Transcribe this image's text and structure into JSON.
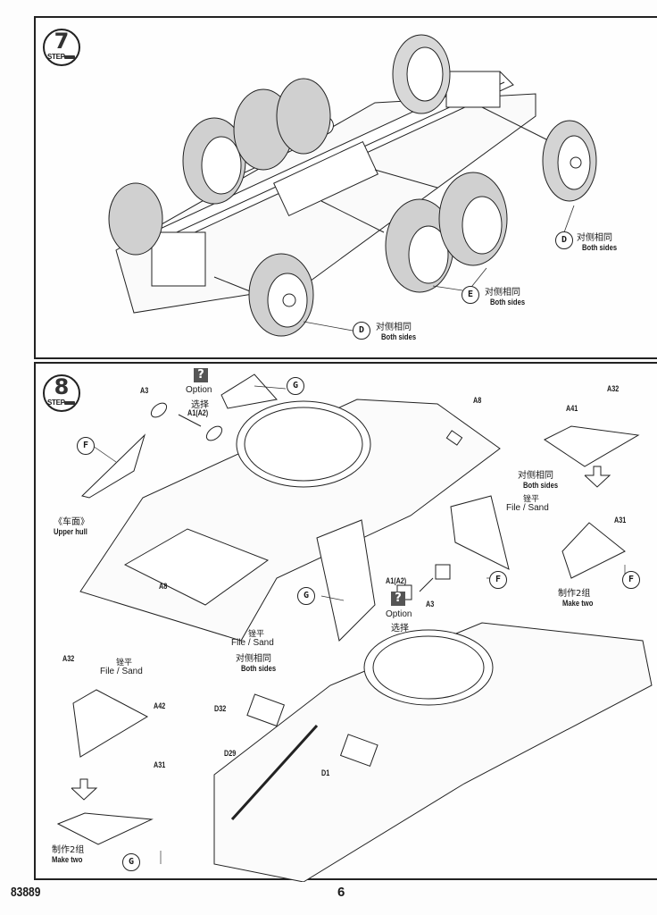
{
  "document": {
    "product_code": "83889",
    "page_number": "6"
  },
  "step7": {
    "step_label": "STEP",
    "step_number": "7",
    "callouts": [
      {
        "letter": "D",
        "zh": "对侧相同",
        "en": "Both sides",
        "position": "right"
      },
      {
        "letter": "E",
        "zh": "对侧相同",
        "en": "Both sides",
        "position": "middle-right"
      },
      {
        "letter": "D",
        "zh": "对侧相同",
        "en": "Both sides",
        "position": "bottom-center"
      }
    ]
  },
  "step8": {
    "step_label": "STEP",
    "step_number": "8",
    "option_top": {
      "icon": "?",
      "en": "Option",
      "zh": "选择",
      "part": "A1(A2)"
    },
    "option_bottom": {
      "icon": "?",
      "en": "Option",
      "zh": "选择",
      "part": "A1(A2)"
    },
    "parts": {
      "A3_top": "A3",
      "A3_bottom": "A3",
      "A8_top": "A8",
      "A8_left": "A8",
      "A32_right": "A32",
      "A41": "A41",
      "A31_right": "A31",
      "A32_left": "A32",
      "A42": "A42",
      "A31_left": "A31",
      "D32": "D32",
      "D29": "D29",
      "D1": "D1"
    },
    "callouts": {
      "G_top": "G",
      "F_left": "F",
      "F_mid": "F",
      "F_right": "F",
      "G_mid": "G",
      "G_bottom": "G"
    },
    "upper_hull": {
      "zh": "《车面》",
      "en": "Upper hull"
    },
    "note_right": {
      "zh": "对侧相同",
      "en": "Both sides",
      "zh2": "锉平",
      "en2": "File / Sand"
    },
    "note_center": {
      "zh2": "锉平",
      "en2": "File / Sand",
      "zh": "对侧相同",
      "en": "Both sides"
    },
    "note_left": {
      "zh2": "锉平",
      "en2": "File / Sand"
    },
    "make_two_right": {
      "zh": "制作2组",
      "en": "Make two"
    },
    "make_two_left": {
      "zh": "制作2组",
      "en": "Make two"
    }
  }
}
